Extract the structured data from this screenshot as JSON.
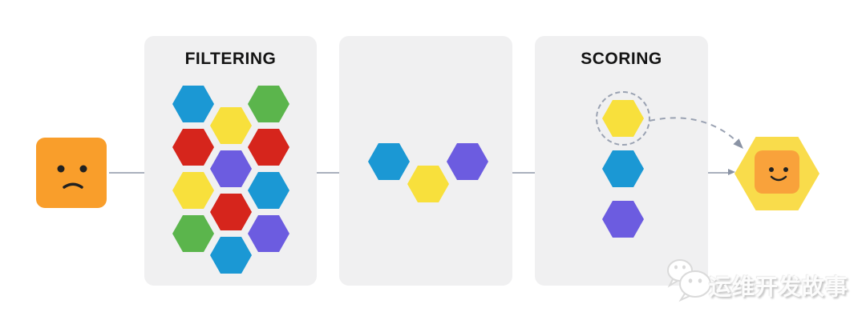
{
  "palette": {
    "blue": "#1B98D4",
    "green": "#5BB54C",
    "yellow": "#F8E03C",
    "red": "#D6251C",
    "purple": "#6C5CE0",
    "orange": "#F99E2B",
    "result_hex_yellow": "#F9DC4B",
    "result_square_orange": "#F9A23B",
    "face": "#212121",
    "panel_bg": "#F0F0F1",
    "arrow_line": "#A9B0BD",
    "arrow_head": "#8A93A4",
    "dashed_gray": "#9AA2B2"
  },
  "pod": {
    "expression": "sad",
    "color": "orange"
  },
  "panels": {
    "filtering": {
      "label": "FILTERING",
      "hex_columns": [
        [
          "blue",
          "red",
          "yellow",
          "green"
        ],
        [
          "yellow",
          "purple",
          "red",
          "blue"
        ],
        [
          "green",
          "red",
          "blue",
          "purple"
        ]
      ]
    },
    "middle": {
      "label": "",
      "hexes": [
        "blue",
        "yellow",
        "purple"
      ]
    },
    "scoring": {
      "label": "SCORING",
      "hexes": [
        "yellow",
        "blue",
        "purple"
      ],
      "selected_index": 0,
      "selected_color": "yellow"
    }
  },
  "result": {
    "hex_color": "result_hex_yellow",
    "pod_color": "result_square_orange",
    "expression": "happy"
  },
  "watermark": {
    "icon": "wechat-icon",
    "text": "运维开发故事"
  }
}
